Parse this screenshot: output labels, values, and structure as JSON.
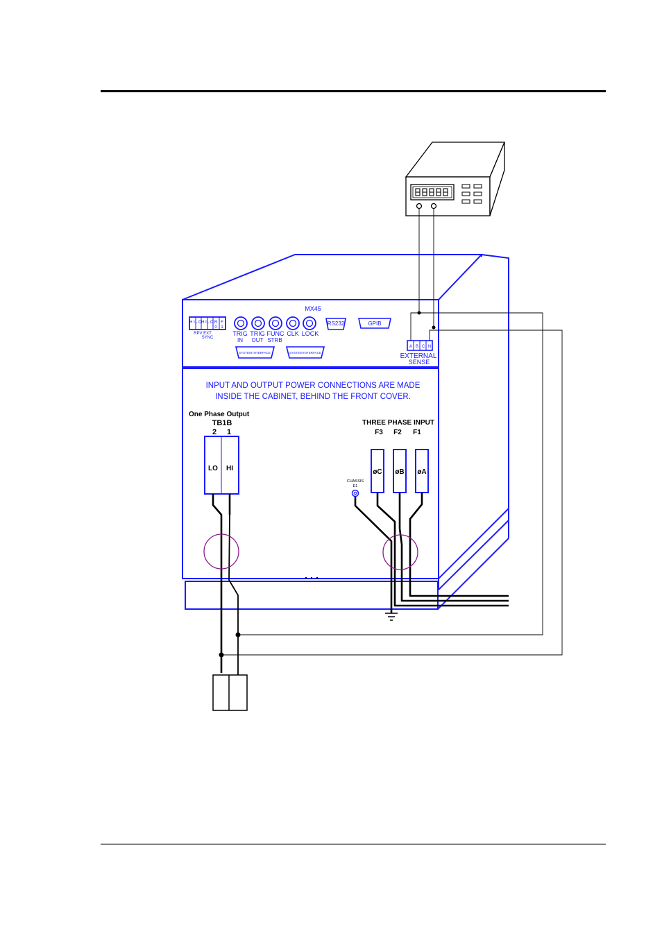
{
  "unit": {
    "model": "MX45",
    "rpv_ext_sync": {
      "terminal_labels": [
        "H I",
        "L O",
        "H I",
        "L O",
        "R",
        "F"
      ],
      "terminal_labels_row2": [
        "",
        "",
        "",
        "",
        "0",
        "1"
      ],
      "line1": "RPV  EXT",
      "line2": "SYNC"
    },
    "bnc_connectors": [
      {
        "line1": "TRIG",
        "line2": "IN"
      },
      {
        "line1": "TRIG",
        "line2": "OUT"
      },
      {
        "line1": "FUNC",
        "line2": "STRB"
      },
      {
        "line1": "CLK",
        "line2": ""
      },
      {
        "line1": "LOCK",
        "line2": ""
      }
    ],
    "rs232_label": "RS232",
    "gpib_label": "GPIB",
    "system_interface_1": "SYSTEM INTERFACE",
    "system_interface_2": "SYSTEM INTERFACE",
    "external_sense": {
      "terminals": [
        "A",
        "B",
        "C",
        "N"
      ],
      "line1": "EXTERNAL",
      "line2": "SENSE"
    },
    "notice_line1": "INPUT AND OUTPUT POWER CONNECTIONS ARE MADE",
    "notice_line2": "INSIDE THE CABINET, BEHIND THE FRONT COVER.",
    "output": {
      "title": "One Phase Output",
      "block": "TB1B",
      "numbers": [
        "2",
        "1"
      ],
      "terminals": [
        "LO",
        "HI"
      ]
    },
    "input": {
      "title": "THREE PHASE INPUT",
      "columns": [
        "F3",
        "F2",
        "F1"
      ],
      "terminals": [
        "øC",
        "øB",
        "øA"
      ],
      "chassis_line1": "CHASSIS",
      "chassis_line2": "E1"
    }
  },
  "colors": {
    "unit_outline": "#1a1aff",
    "ferrite_ring": "#8b1a8b",
    "wire": "#000000"
  }
}
